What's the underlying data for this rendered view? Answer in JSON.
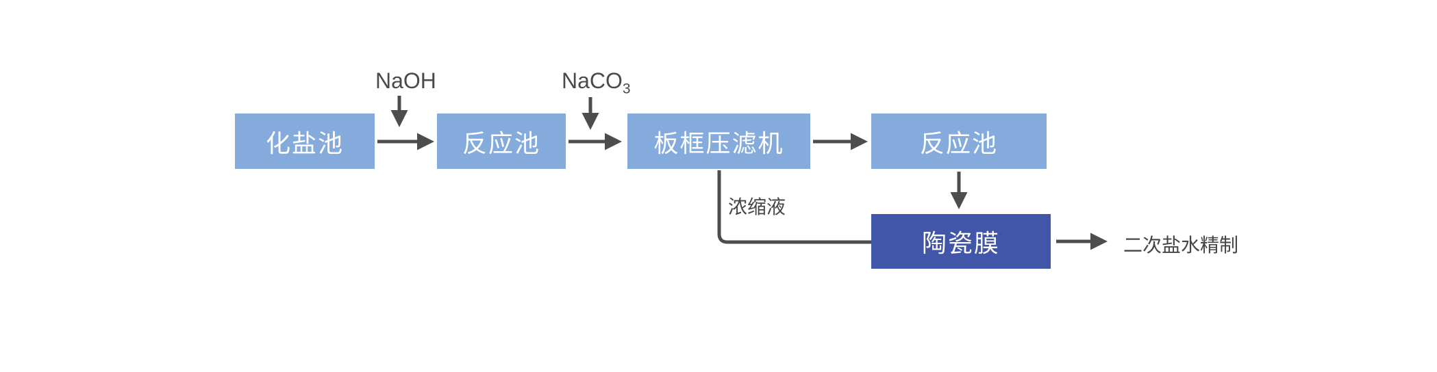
{
  "diagram": {
    "type": "process-flowchart",
    "colors": {
      "box_light": "#85AADC",
      "box_dark": "#4156A8",
      "line": "#4D4D4D",
      "label_text": "#454545",
      "box_text": "#ffffff",
      "background": "#ffffff"
    },
    "nodes": [
      {
        "id": "salt-dissolving-tank",
        "label": "化盐池",
        "style": "light"
      },
      {
        "id": "reaction-tank-1",
        "label": "反应池",
        "style": "light"
      },
      {
        "id": "plate-frame-filter-press",
        "label": "板框压滤机",
        "style": "light"
      },
      {
        "id": "reaction-tank-2",
        "label": "反应池",
        "style": "light"
      },
      {
        "id": "ceramic-membrane",
        "label": "陶瓷膜",
        "style": "dark"
      }
    ],
    "labels": {
      "naoh": "NaOH",
      "naco3_base": "NaCO",
      "naco3_sub": "3",
      "concentrate": "浓缩液",
      "output": "二次盐水精制"
    },
    "edges": [
      {
        "from": "salt-dissolving-tank",
        "to": "reaction-tank-1",
        "type": "arrow"
      },
      {
        "from": "NaOH",
        "to": "edge:salt-dissolving-tank->reaction-tank-1",
        "type": "arrow-down"
      },
      {
        "from": "reaction-tank-1",
        "to": "plate-frame-filter-press",
        "type": "arrow"
      },
      {
        "from": "NaCO3",
        "to": "edge:reaction-tank-1->plate-frame-filter-press",
        "type": "arrow-down"
      },
      {
        "from": "plate-frame-filter-press",
        "to": "reaction-tank-2",
        "type": "arrow"
      },
      {
        "from": "reaction-tank-2",
        "to": "ceramic-membrane",
        "type": "arrow-down"
      },
      {
        "from": "plate-frame-filter-press",
        "to": "ceramic-membrane",
        "type": "elbow-line",
        "label": "浓缩液"
      },
      {
        "from": "ceramic-membrane",
        "to": "二次盐水精制",
        "type": "arrow"
      }
    ]
  }
}
